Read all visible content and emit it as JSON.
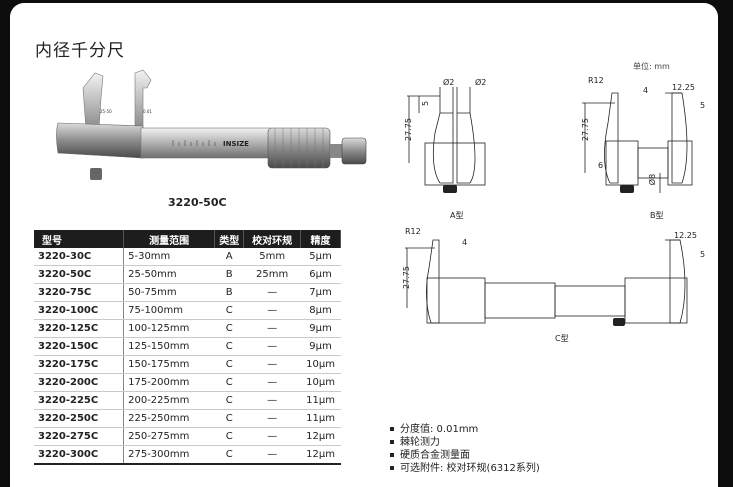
{
  "page": {
    "title": "内径千分尺",
    "unit_note": "单位: mm",
    "model_caption": "3220-50C"
  },
  "table": {
    "headers": [
      "型号",
      "测量范围",
      "类型",
      "校对环规",
      "精度"
    ],
    "rows": [
      [
        "3220-30C",
        "5-30mm",
        "A",
        "5mm",
        "5μm"
      ],
      [
        "3220-50C",
        "25-50mm",
        "B",
        "25mm",
        "6μm"
      ],
      [
        "3220-75C",
        "50-75mm",
        "B",
        "—",
        "7μm"
      ],
      [
        "3220-100C",
        "75-100mm",
        "C",
        "—",
        "8μm"
      ],
      [
        "3220-125C",
        "100-125mm",
        "C",
        "—",
        "9μm"
      ],
      [
        "3220-150C",
        "125-150mm",
        "C",
        "—",
        "9μm"
      ],
      [
        "3220-175C",
        "150-175mm",
        "C",
        "—",
        "10μm"
      ],
      [
        "3220-200C",
        "175-200mm",
        "C",
        "—",
        "10μm"
      ],
      [
        "3220-225C",
        "200-225mm",
        "C",
        "—",
        "11μm"
      ],
      [
        "3220-250C",
        "225-250mm",
        "C",
        "—",
        "11μm"
      ],
      [
        "3220-275C",
        "250-275mm",
        "C",
        "—",
        "12μm"
      ],
      [
        "3220-300C",
        "275-300mm",
        "C",
        "—",
        "12μm"
      ]
    ]
  },
  "features": [
    "分度值: 0.01mm",
    "棘轮测力",
    "硬质合金测量面",
    "可选附件: 校对环规(6312系列)"
  ],
  "diagrams": {
    "a": {
      "caption": "A型",
      "dim_left": "Ø2",
      "dim_right": "Ø2",
      "dim_height": "27.75",
      "dim_small": "5"
    },
    "b": {
      "caption": "B型",
      "dim_r": "R12",
      "dim_4": "4",
      "dim_width": "12.25",
      "dim_height": "27.75",
      "dim_5": "5",
      "dim_6": "6",
      "dim_dia": "Ø8"
    },
    "c": {
      "caption": "C型",
      "dim_r": "R12",
      "dim_4": "4",
      "dim_width": "12.25",
      "dim_height": "27.75",
      "dim_5": "5"
    }
  },
  "product": {
    "brand": "INSIZE",
    "range_mark": "25-50",
    "res_mark": "0.01"
  }
}
